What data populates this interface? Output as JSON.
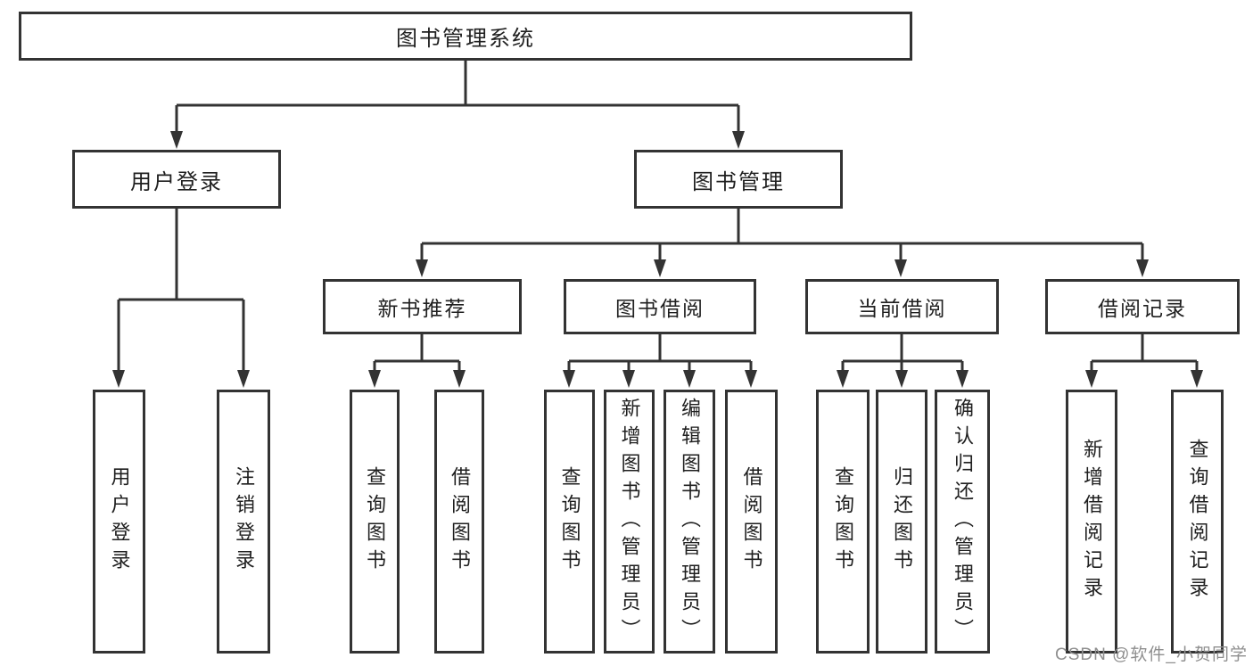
{
  "diagram": {
    "root": "图书管理系统",
    "branches": [
      {
        "label": "用户登录",
        "children": [
          "用户登录",
          "注销登录"
        ]
      },
      {
        "label": "图书管理",
        "groups": [
          {
            "label": "新书推荐",
            "children": [
              "查询图书",
              "借阅图书"
            ]
          },
          {
            "label": "图书借阅",
            "children": [
              "查询图书",
              "新增图书（管理员）",
              "编辑图书（管理员）",
              "借阅图书"
            ]
          },
          {
            "label": "当前借阅",
            "children": [
              "查询图书",
              "归还图书",
              "确认归还（管理员）"
            ]
          },
          {
            "label": "借阅记录",
            "children": [
              "新增借阅记录",
              "查询借阅记录"
            ]
          }
        ]
      }
    ]
  },
  "watermark": {
    "text": "CSDN @软件_小贺同学"
  },
  "colors": {
    "line": "#333333",
    "box_border": "#333333",
    "box_background": "#ffffff",
    "text": "#1f1f1f",
    "watermark": "#8f8f8f",
    "page_background": "#ffffff"
  }
}
